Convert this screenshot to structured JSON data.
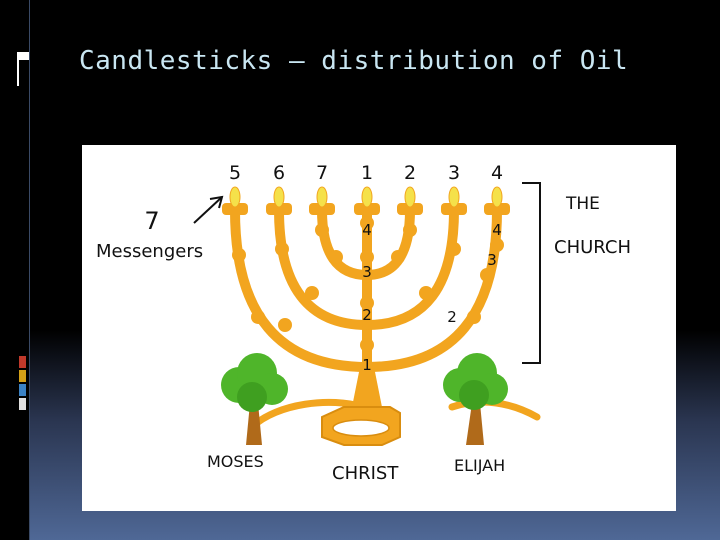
{
  "title": "Candlesticks – distribution of Oil",
  "diagram": {
    "top_numbers": [
      "5",
      "6",
      "7",
      "1",
      "2",
      "3",
      "4"
    ],
    "messengers_number": "7",
    "messengers_label": "Messengers",
    "center_numbers": [
      "4",
      "3",
      "2",
      "1"
    ],
    "right_numbers": [
      "4",
      "3",
      "2"
    ],
    "church_label_top": "THE",
    "church_label_bottom": "CHURCH",
    "left_tree_label": "MOSES",
    "base_label": "CHRIST",
    "right_tree_label": "ELIJAH"
  },
  "colors": {
    "gold": "#f2a51f",
    "flame": "#f5e14a",
    "tree": "#4fb52a",
    "title_text": "#c9e6f2"
  }
}
